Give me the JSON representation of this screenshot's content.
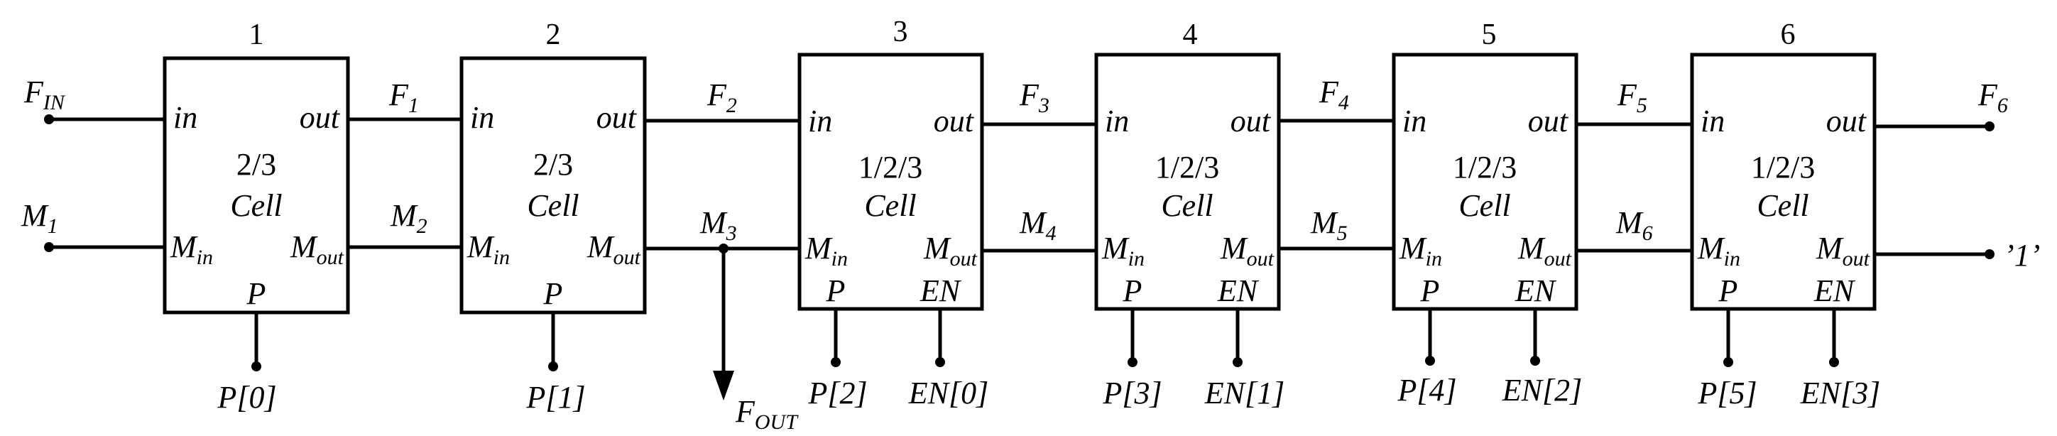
{
  "colors": {
    "cell_number": "#1a1aff",
    "line": "#000000",
    "background": "#ffffff"
  },
  "cells": [
    {
      "number": "1",
      "type_line1": "2/3",
      "type_line2": "Cell",
      "in_port": "in",
      "out_port": "out",
      "min_port": "M",
      "min_sub": "in",
      "mout_port": "M",
      "mout_sub": "out",
      "p_port": "P",
      "en_port": "",
      "p_label": "P[0]",
      "en_label": ""
    },
    {
      "number": "2",
      "type_line1": "2/3",
      "type_line2": "Cell",
      "in_port": "in",
      "out_port": "out",
      "min_port": "M",
      "min_sub": "in",
      "mout_port": "M",
      "mout_sub": "out",
      "p_port": "P",
      "en_port": "",
      "p_label": "P[1]",
      "en_label": ""
    },
    {
      "number": "3",
      "type_line1": "1/2/3",
      "type_line2": "Cell",
      "in_port": "in",
      "out_port": "out",
      "min_port": "M",
      "min_sub": "in",
      "mout_port": "M",
      "mout_sub": "out",
      "p_port": "P",
      "en_port": "EN",
      "p_label": "P[2]",
      "en_label": "EN[0]"
    },
    {
      "number": "4",
      "type_line1": "1/2/3",
      "type_line2": "Cell",
      "in_port": "in",
      "out_port": "out",
      "min_port": "M",
      "min_sub": "in",
      "mout_port": "M",
      "mout_sub": "out",
      "p_port": "P",
      "en_port": "EN",
      "p_label": "P[3]",
      "en_label": "EN[1]"
    },
    {
      "number": "5",
      "type_line1": "1/2/3",
      "type_line2": "Cell",
      "in_port": "in",
      "out_port": "out",
      "min_port": "M",
      "min_sub": "in",
      "mout_port": "M",
      "mout_sub": "out",
      "p_port": "P",
      "en_port": "EN",
      "p_label": "P[4]",
      "en_label": "EN[2]"
    },
    {
      "number": "6",
      "type_line1": "1/2/3",
      "type_line2": "Cell",
      "in_port": "in",
      "out_port": "out",
      "min_port": "M",
      "min_sub": "in",
      "mout_port": "M",
      "mout_sub": "out",
      "p_port": "P",
      "en_port": "EN",
      "p_label": "P[5]",
      "en_label": "EN[3]"
    }
  ],
  "signals": {
    "f_in": {
      "base": "F",
      "sub": "IN"
    },
    "m1": {
      "base": "M",
      "sub": "1"
    },
    "f1": {
      "base": "F",
      "sub": "1"
    },
    "m2": {
      "base": "M",
      "sub": "2"
    },
    "f2": {
      "base": "F",
      "sub": "2"
    },
    "m3": {
      "base": "M",
      "sub": "3"
    },
    "f3": {
      "base": "F",
      "sub": "3"
    },
    "m4": {
      "base": "M",
      "sub": "4"
    },
    "f4": {
      "base": "F",
      "sub": "4"
    },
    "m5": {
      "base": "M",
      "sub": "5"
    },
    "f5": {
      "base": "F",
      "sub": "5"
    },
    "m6": {
      "base": "M",
      "sub": "6"
    },
    "f6": {
      "base": "F",
      "sub": "6"
    },
    "f_out": {
      "base": "F",
      "sub": "OUT"
    },
    "one": "’1’"
  }
}
